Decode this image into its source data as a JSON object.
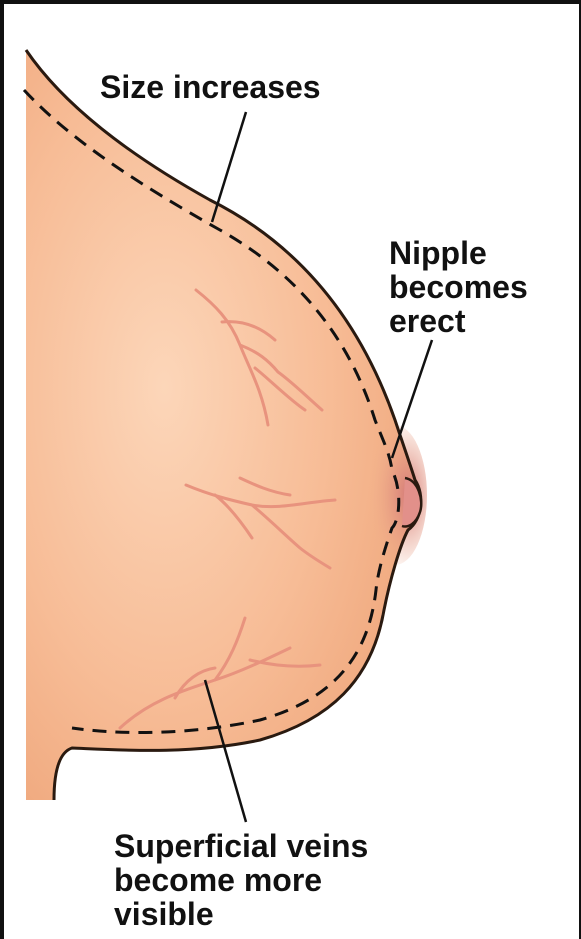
{
  "diagram": {
    "labels": {
      "size": "Size increases",
      "nipple": [
        "Nipple",
        "becomes",
        "erect"
      ],
      "veins": [
        "Superficial veins",
        "become more",
        "visible"
      ]
    },
    "colors": {
      "skin": "#f5b48c",
      "skin_highlight": "#fbd3b6",
      "outline": "#2a1a10",
      "vein": "#e89a84",
      "areola": "#d9837d",
      "leader": "#111111"
    }
  }
}
